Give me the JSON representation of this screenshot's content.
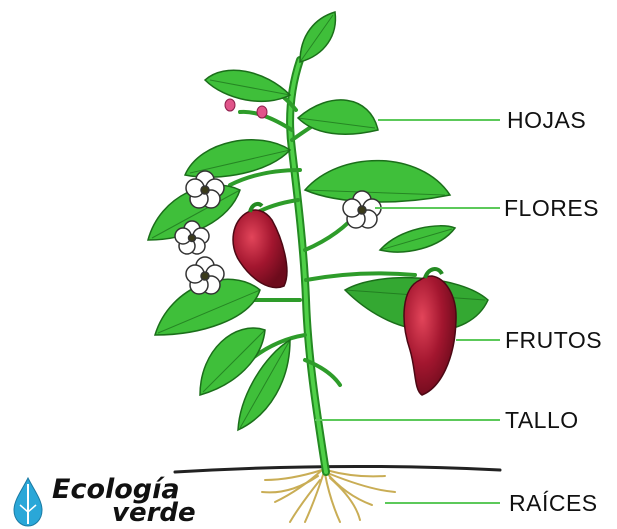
{
  "diagram": {
    "labels": {
      "hojas": "HOJAS",
      "flores": "FLORES",
      "frutos": "FRUTOS",
      "tallo": "TALLO",
      "raices": "RAÍCES"
    },
    "logo": {
      "line1": "Ecología",
      "line2": "verde"
    },
    "colors": {
      "leaf": "#3fbf3a",
      "leaf_dark": "#248a22",
      "fruit": "#a3162f",
      "fruit_dark": "#6d0b1c",
      "flower": "#ffffff",
      "bud": "#e0548a",
      "leader_line": "#5cc95a",
      "roots": "#d8c06a",
      "soil": "#222222",
      "logo_drop": "#2aa7d8"
    }
  }
}
